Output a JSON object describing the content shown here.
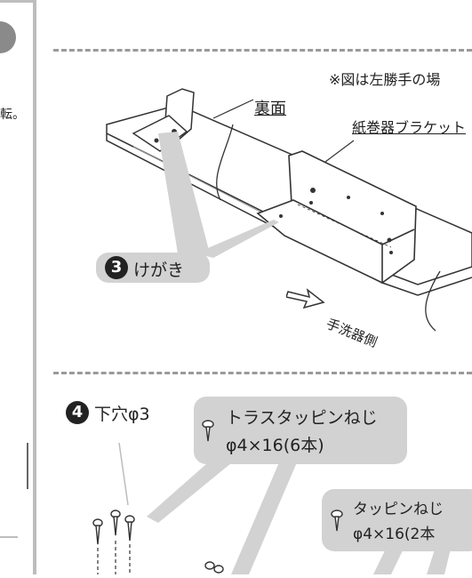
{
  "left_panel": {
    "fragment_text": "転。"
  },
  "top_section": {
    "note": "※図は左勝手の場",
    "label_back": "裏面",
    "label_bracket": "紙巻器ブラケット",
    "step3_number": "3",
    "step3_label": "けがき",
    "direction_label": "手洗器側"
  },
  "bottom_section": {
    "step4_number": "4",
    "step4_label": "下穴φ3",
    "screw1_name": "トラスタッピンねじ",
    "screw1_spec": "φ4×16(6本)",
    "screw2_name": "タッピンねじ",
    "screw2_spec": "φ4×16(2本"
  },
  "icons": [
    "screw-icon",
    "arrow-right-icon"
  ]
}
